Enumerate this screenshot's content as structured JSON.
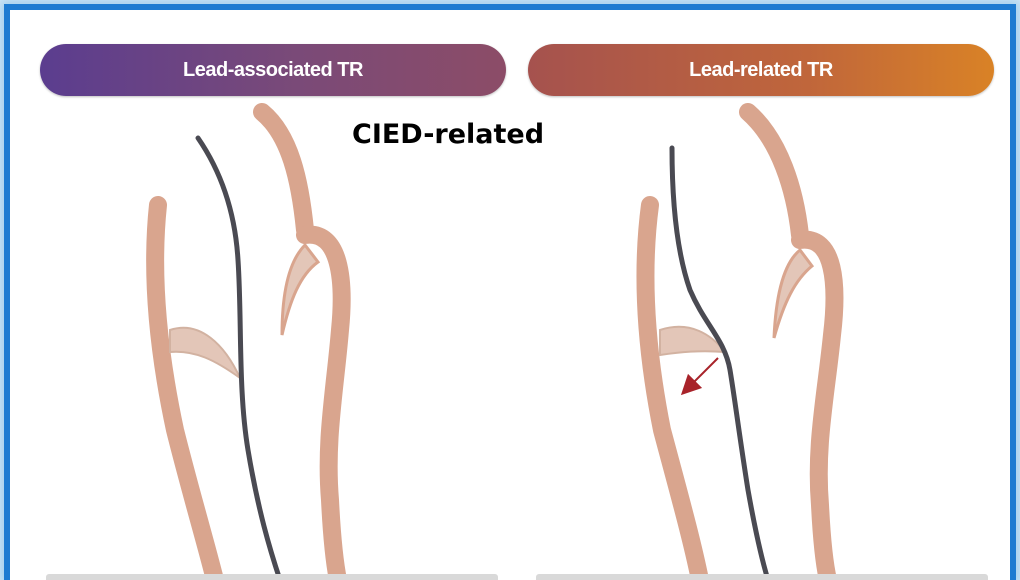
{
  "panels": {
    "left": {
      "title": "Lead-associated TR"
    },
    "right": {
      "title": "Lead-related TR"
    }
  },
  "center_label": "CIED-related",
  "colors": {
    "frame_border": "#1e7bd1",
    "tissue": "#d9a58e",
    "valve_leaflet": "#e3c6b8",
    "lead_wire": "#4a4a52",
    "arrow": "#a8232a"
  }
}
